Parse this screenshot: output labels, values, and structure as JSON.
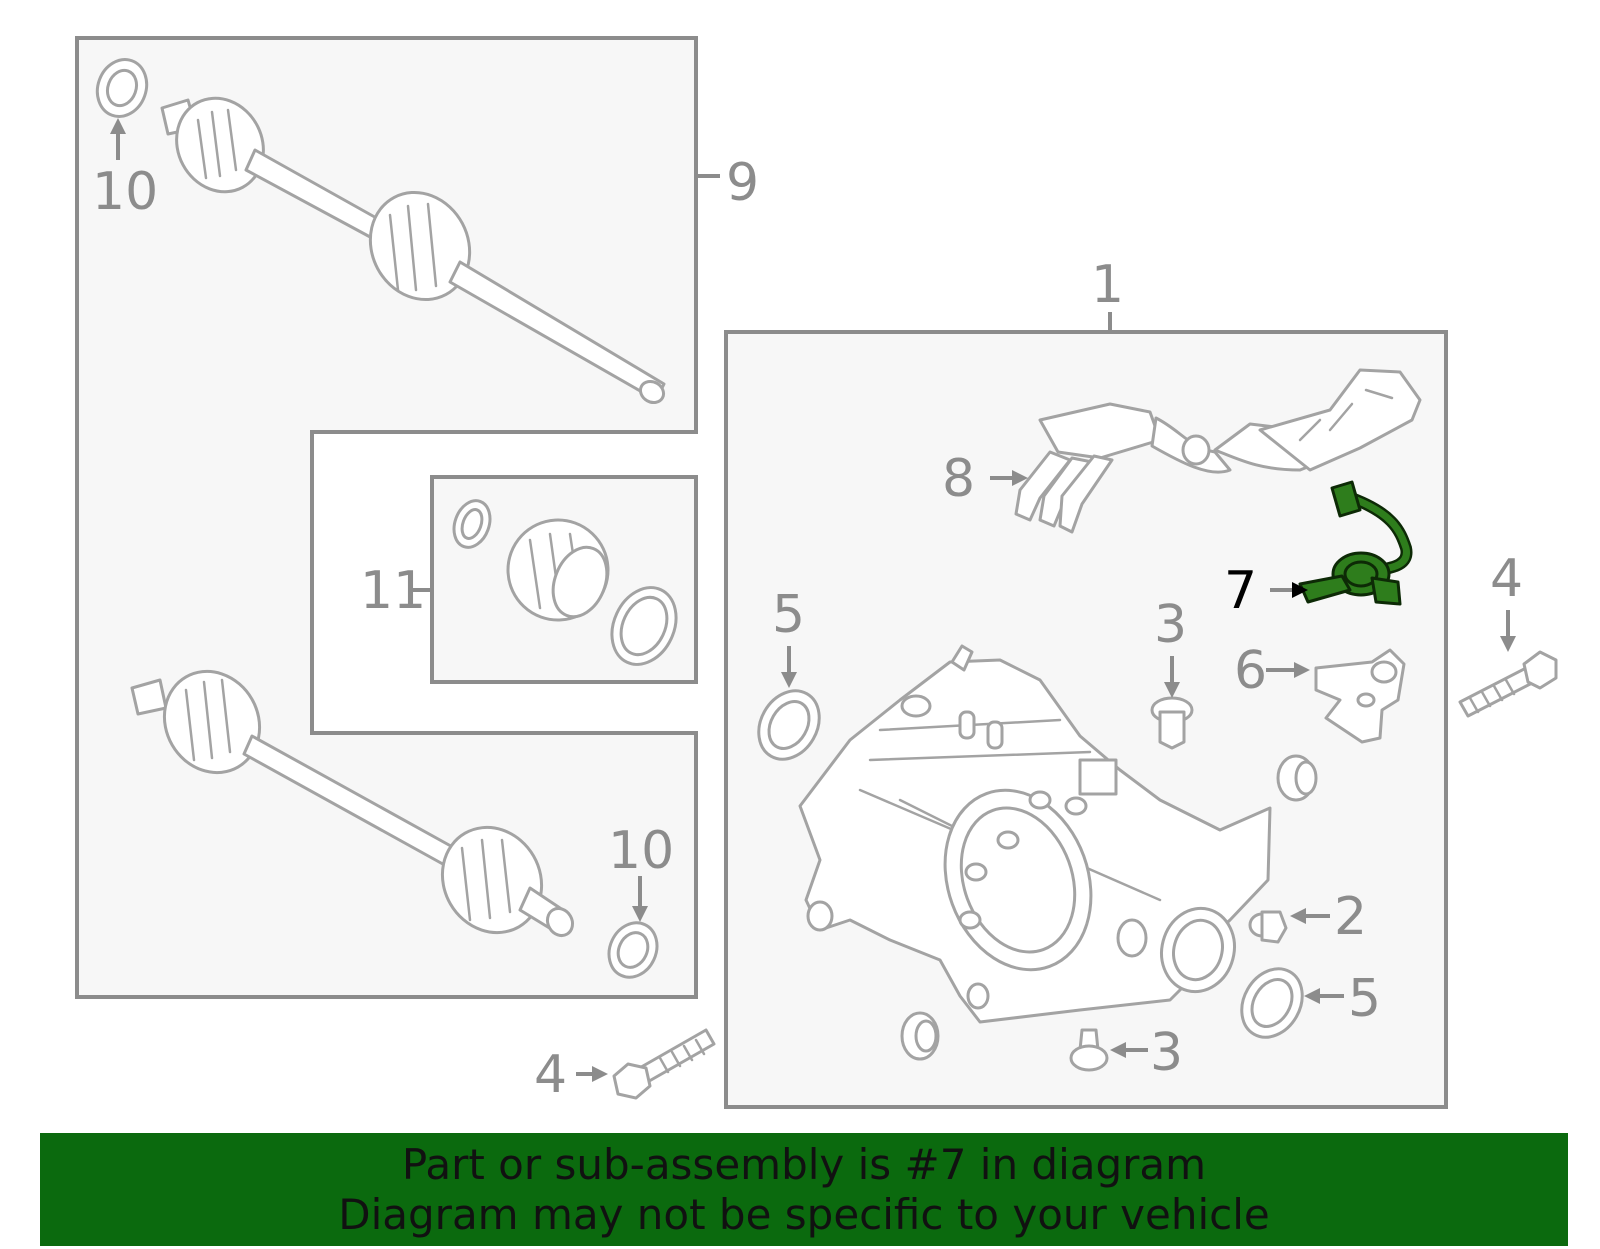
{
  "callouts": {
    "c1": "1",
    "c2": "2",
    "c3a": "3",
    "c3b": "3",
    "c4a": "4",
    "c4b": "4",
    "c5a": "5",
    "c5b": "5",
    "c6": "6",
    "c7": "7",
    "c8": "8",
    "c9": "9",
    "c10a": "10",
    "c10b": "10",
    "c11": "11"
  },
  "highlighted_part": "7",
  "colors": {
    "highlight": "#2e7d1c",
    "banner": "#0b6a0e",
    "line_art": "#a3a3a3"
  },
  "banner": {
    "line1": "Part or sub-assembly is #7 in diagram",
    "line2": "Diagram may not be specific to your vehicle"
  }
}
